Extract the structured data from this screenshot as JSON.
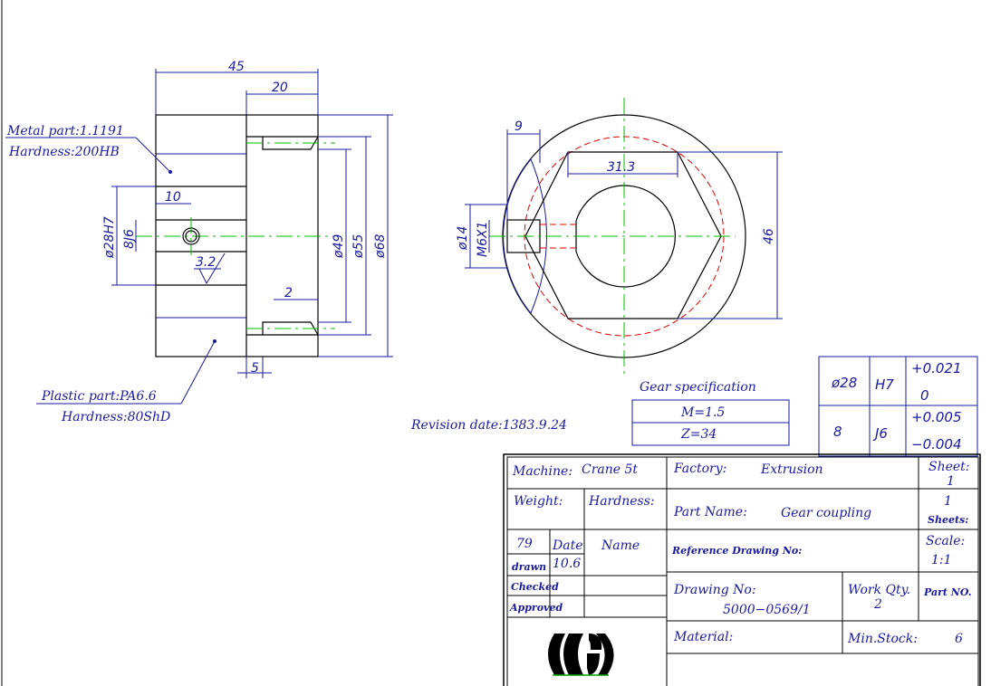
{
  "left_view": {
    "dims": {
      "d45": "45",
      "d20": "20",
      "d10": "10",
      "d2": "2",
      "d5": "5",
      "d49": "ø49",
      "d55": "ø55",
      "d68": "ø68",
      "d28h7": "ø28H7",
      "d8j6": "8J6",
      "rough": "3.2"
    },
    "metal_label": "Metal part:1.1191",
    "metal_hardness": "Hardness:200HB",
    "plastic_label": "Plastic part:PA6.6",
    "plastic_hardness": "Hardness:80ShD"
  },
  "right_view": {
    "dims": {
      "d9": "9",
      "d313": "31.3",
      "d46": "46",
      "d14": "ø14",
      "m6": "M6X1"
    }
  },
  "revision": "Revision date:1383.9.24",
  "gear_spec": {
    "title": "Gear specification",
    "module": "M=1.5",
    "teeth": "Z=34"
  },
  "tolerance_table": {
    "rows": [
      {
        "size": "ø28",
        "grade": "H7",
        "upper": "+0.021",
        "lower": "0"
      },
      {
        "size": "8",
        "grade": "J6",
        "upper": "+0.005",
        "lower": "−0.004"
      }
    ]
  },
  "title_block": {
    "machine_label": "Machine:",
    "machine_value": "Crane 5t",
    "factory_label": "Factory:",
    "factory_value": "Extrusion",
    "sheet_label": "Sheet:",
    "sheet_value": "1",
    "weight_label": "Weight:",
    "hardness_label": "Hardness:",
    "part_name_label": "Part Name:",
    "part_name_value": "Gear coupling",
    "sheets_value": "1",
    "sheets_label": "Sheets:",
    "weight_value": "79",
    "date_label": "Date",
    "name_label": "Name",
    "ref_label": "Reference Drawing No:",
    "scale_label": "Scale:",
    "scale_value": "1:1",
    "drawn_label": "drawn",
    "drawn_date": "10.6",
    "checked_label": "Checked",
    "approved_label": "Approved",
    "drawing_no_label": "Drawing No:",
    "drawing_no_value": "5000−0569/1",
    "work_qty_label": "Work Qty.",
    "work_qty_value": "2",
    "part_no_label": "Part NO.",
    "material_label": "Material:",
    "min_stock_label": "Min.Stock:",
    "min_stock_value": "6"
  }
}
